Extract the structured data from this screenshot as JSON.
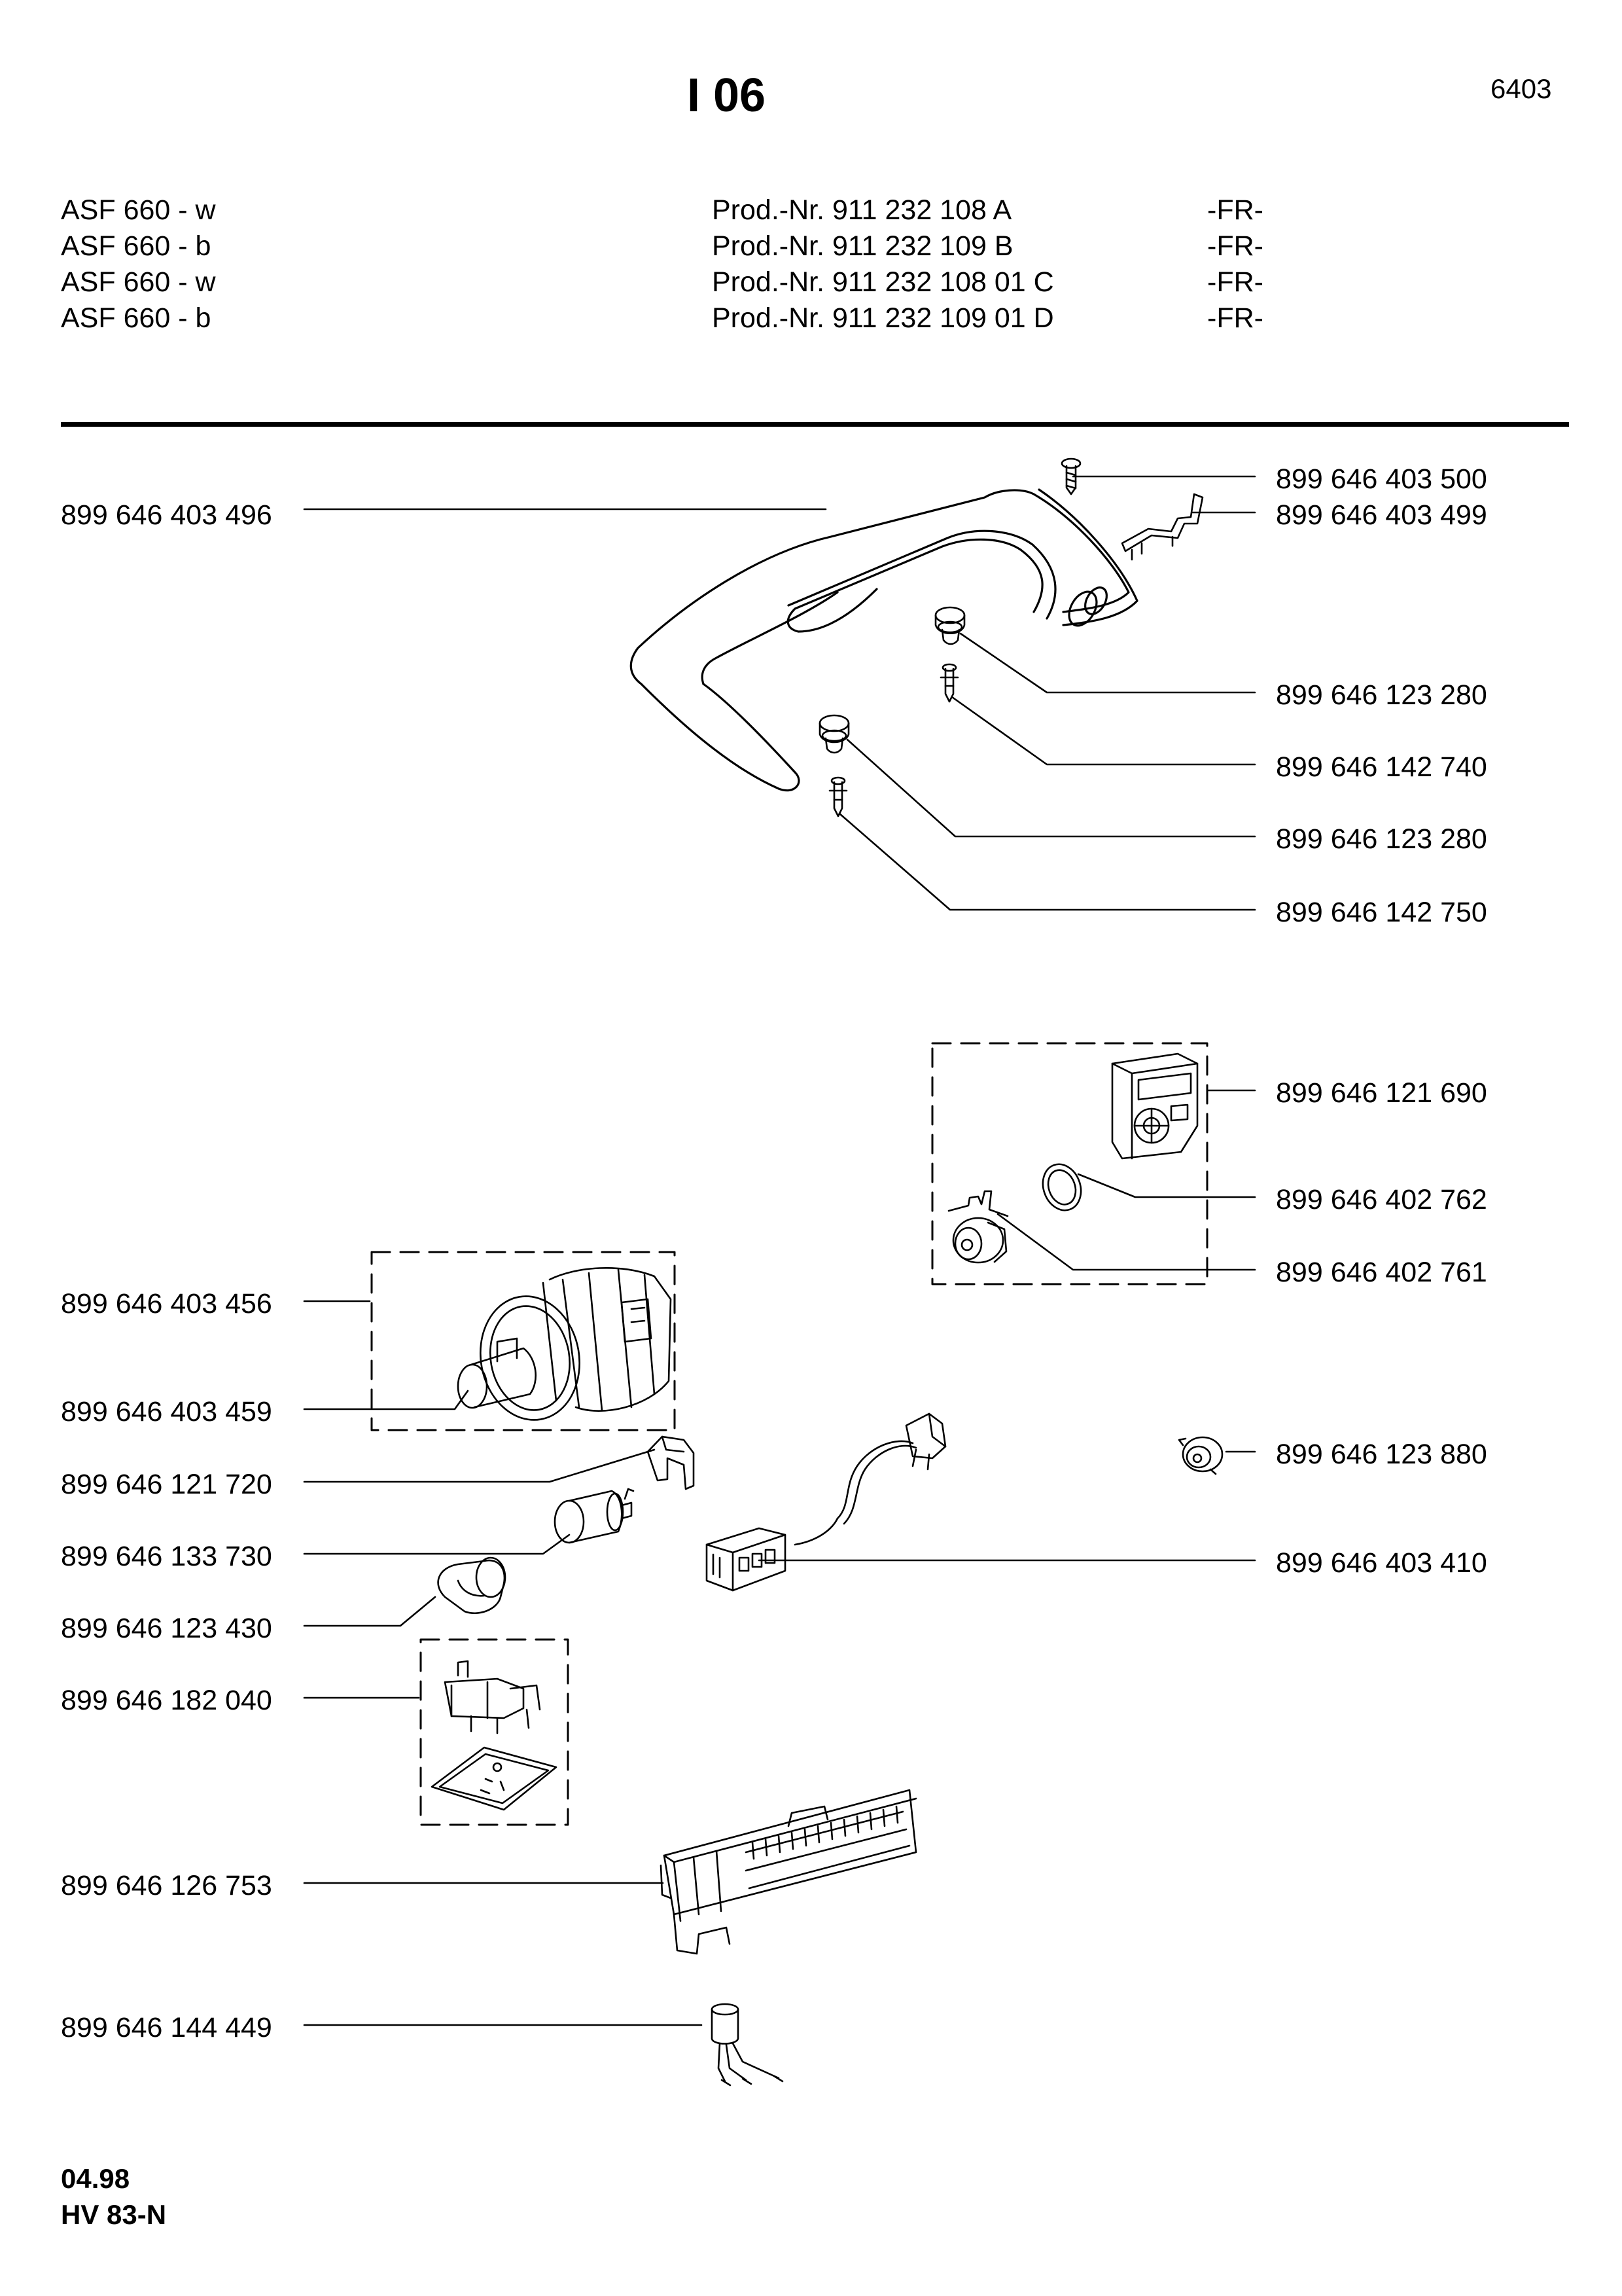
{
  "header": {
    "title": "I 06",
    "page_number": "6403"
  },
  "models": [
    {
      "model": "ASF 660 - w",
      "prod_nr": "Prod.-Nr. 911 232 108 A",
      "country": "-FR-"
    },
    {
      "model": "ASF 660 - b",
      "prod_nr": "Prod.-Nr. 911 232 109 B",
      "country": "-FR-"
    },
    {
      "model": "ASF 660 - w",
      "prod_nr": "Prod.-Nr. 911 232 108 01 C",
      "country": "-FR-"
    },
    {
      "model": "ASF 660 - b",
      "prod_nr": "Prod.-Nr. 911 232 109 01 D",
      "country": "-FR-"
    }
  ],
  "parts": {
    "p403500": "899 646 403 500",
    "p403499": "899 646 403 499",
    "p403496": "899 646 403 496",
    "p123280a": "899 646 123 280",
    "p142740": "899 646 142 740",
    "p123280b": "899 646 123 280",
    "p142750": "899 646 142 750",
    "p121690": "899 646 121 690",
    "p402762": "899 646 402 762",
    "p402761": "899 646 402 761",
    "p403456": "899 646 403 456",
    "p403459": "899 646 403 459",
    "p123880": "899 646 123 880",
    "p121720": "899 646 121 720",
    "p133730": "899 646 133 730",
    "p403410": "899 646 403 410",
    "p123430": "899 646 123 430",
    "p182040": "899 646 182 040",
    "p126753": "899 646 126 753",
    "p144449": "899 646 144 449"
  },
  "footer": {
    "date": "04.98",
    "code": "HV 83-N"
  }
}
